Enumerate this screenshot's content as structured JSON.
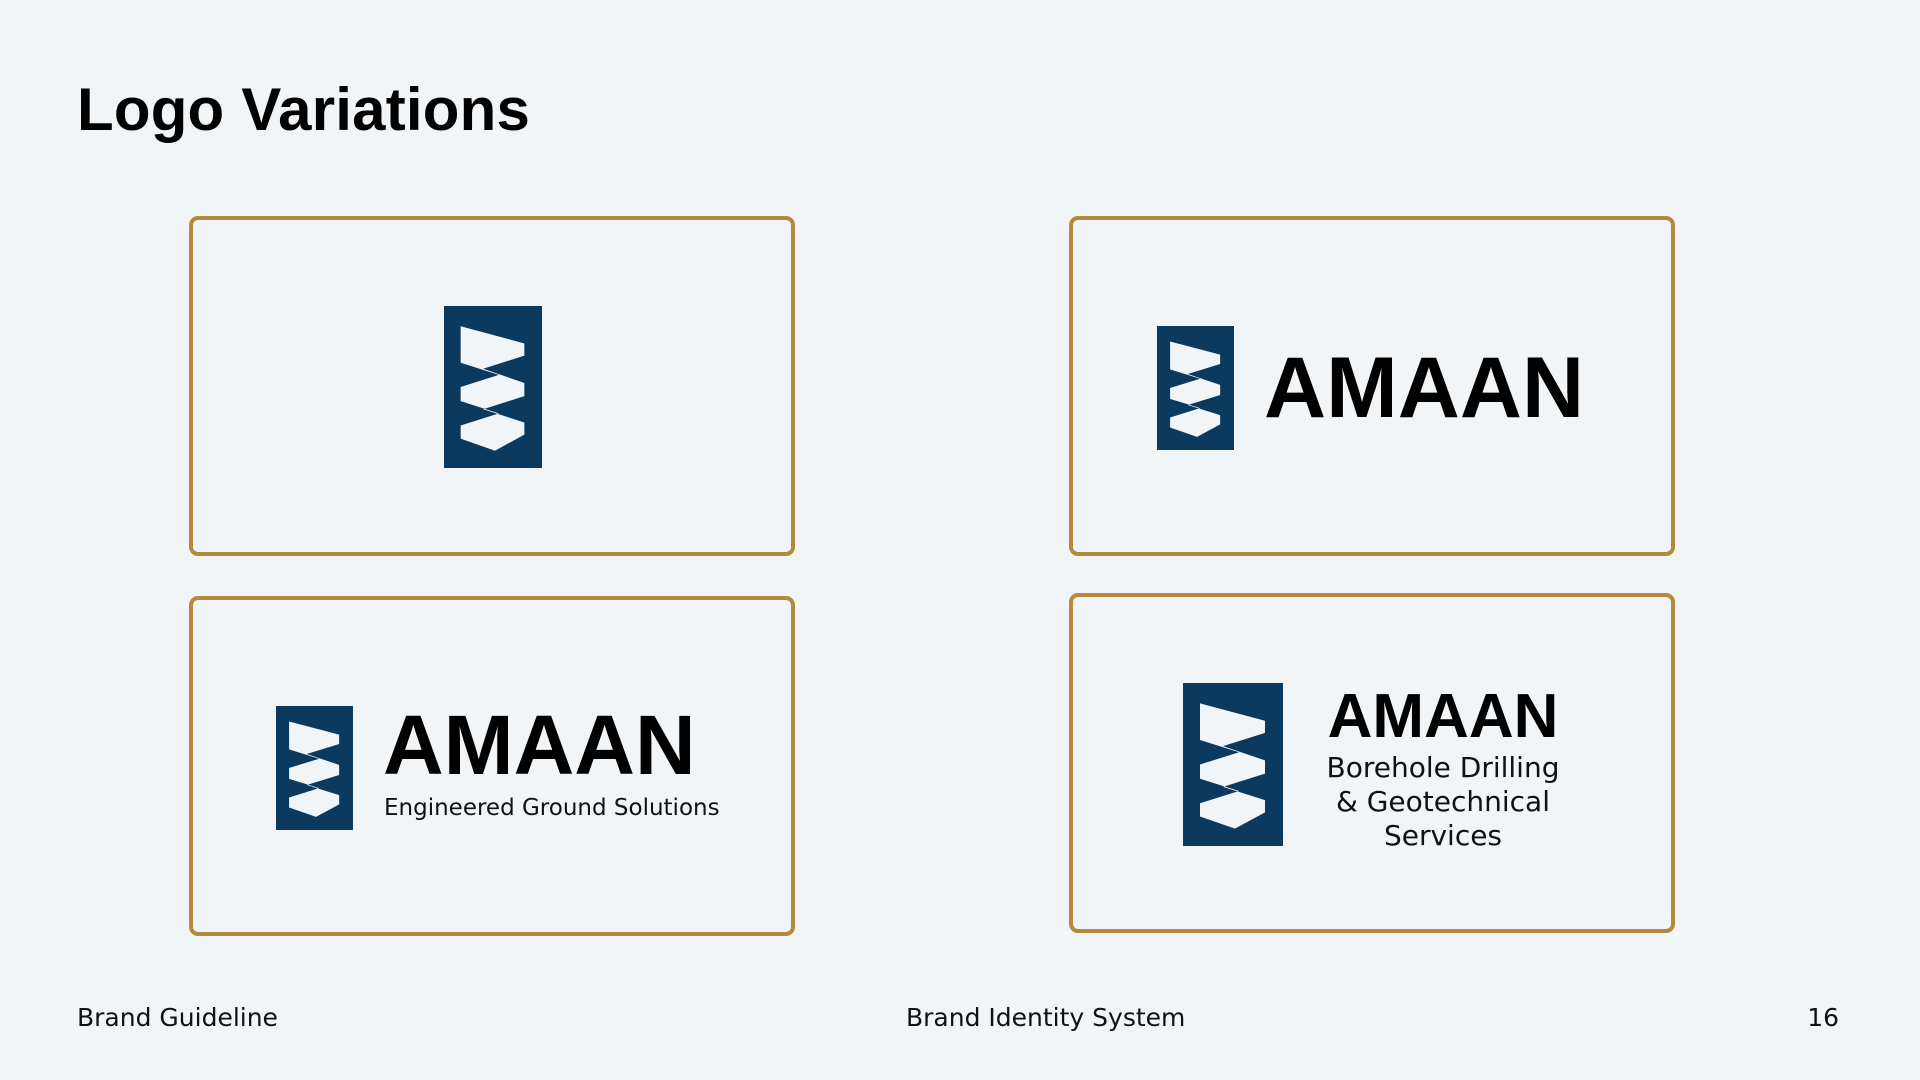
{
  "slide": {
    "title": "Logo Variations"
  },
  "colors": {
    "brand_navy": "#0c3a5e",
    "accent_gold": "#b38b3b",
    "background": "#f1f5f8",
    "mark_fill": "#f1f5f8"
  },
  "logos": [
    {
      "variant": "icon only"
    },
    {
      "variant": "horizontal",
      "wordmark": "AMAAN"
    },
    {
      "variant": "horizontal with tagline",
      "wordmark": "AMAAN",
      "tagline": "Engineered Ground Solutions"
    },
    {
      "variant": "stacked with descriptor",
      "wordmark": "AMAAN",
      "descriptor_lines": [
        "Borehole Drilling",
        "& Geotechnical",
        "Services"
      ]
    }
  ],
  "footer": {
    "left": "Brand Guideline",
    "center": "Brand Identity System",
    "page_number": "16"
  }
}
